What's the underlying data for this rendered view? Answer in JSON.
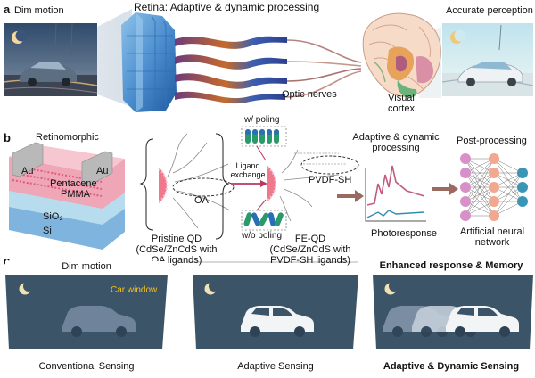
{
  "panel_labels": {
    "a": "a",
    "b": "b",
    "c": "c"
  },
  "panel_a": {
    "dim_motion": "Dim motion",
    "retina_title": "Retina: Adaptive & dynamic processing",
    "optic_nerves": "Optic nerves",
    "visual_cortex_line1": "Visual",
    "visual_cortex_line2": "cortex",
    "accurate_perception": "Accurate perception"
  },
  "panel_b": {
    "retinomorphic": "Retinomorphic",
    "au_left": "Au",
    "au_right": "Au",
    "pentacene": "Pentacene",
    "pmma": "PMMA",
    "sio2": "SiO₂",
    "si": "Si",
    "oa": "OA",
    "ligand_exchange_line1": "Ligand",
    "ligand_exchange_line2": "exchange",
    "w_poling": "w/ poling",
    "wo_poling": "w/o poling",
    "pvdf_sh": "PVDF-SH",
    "pristine_line1": "Pristine QD",
    "pristine_line2": "(CdSe/ZnCdS with",
    "pristine_line3": "OA ligands)",
    "feqd_line1": "FE-QD",
    "feqd_line2": "(CdSe/ZnCdS with",
    "feqd_line3": "PVDF-SH ligands)",
    "adaptive_line1": "Adaptive & dynamic",
    "adaptive_line2": "processing",
    "photoresponse": "Photoresponse",
    "post_processing": "Post-processing",
    "ann_line1": "Artificial neural",
    "ann_line2": "network"
  },
  "panel_c": {
    "dim_motion": "Dim motion",
    "car_window": "Car window",
    "enhanced": "Enhanced response & Memory",
    "conventional": "Conventional Sensing",
    "adaptive": "Adaptive Sensing",
    "adaptive_dynamic": "Adaptive & Dynamic Sensing"
  },
  "colors": {
    "window_bg": "#3c5468",
    "car_light": "#f2f4f6",
    "car_faint": "#7f93a6",
    "moon": "#f0e2b4",
    "car_window_text": "#f5c21c",
    "curve_pink": "#c25b7e",
    "curve_blue": "#2f8fb0",
    "arrow_brown": "#9a6a60",
    "node_pink": "#d890c8",
    "node_salmon": "#f2a78f",
    "node_teal": "#3b96b5"
  }
}
